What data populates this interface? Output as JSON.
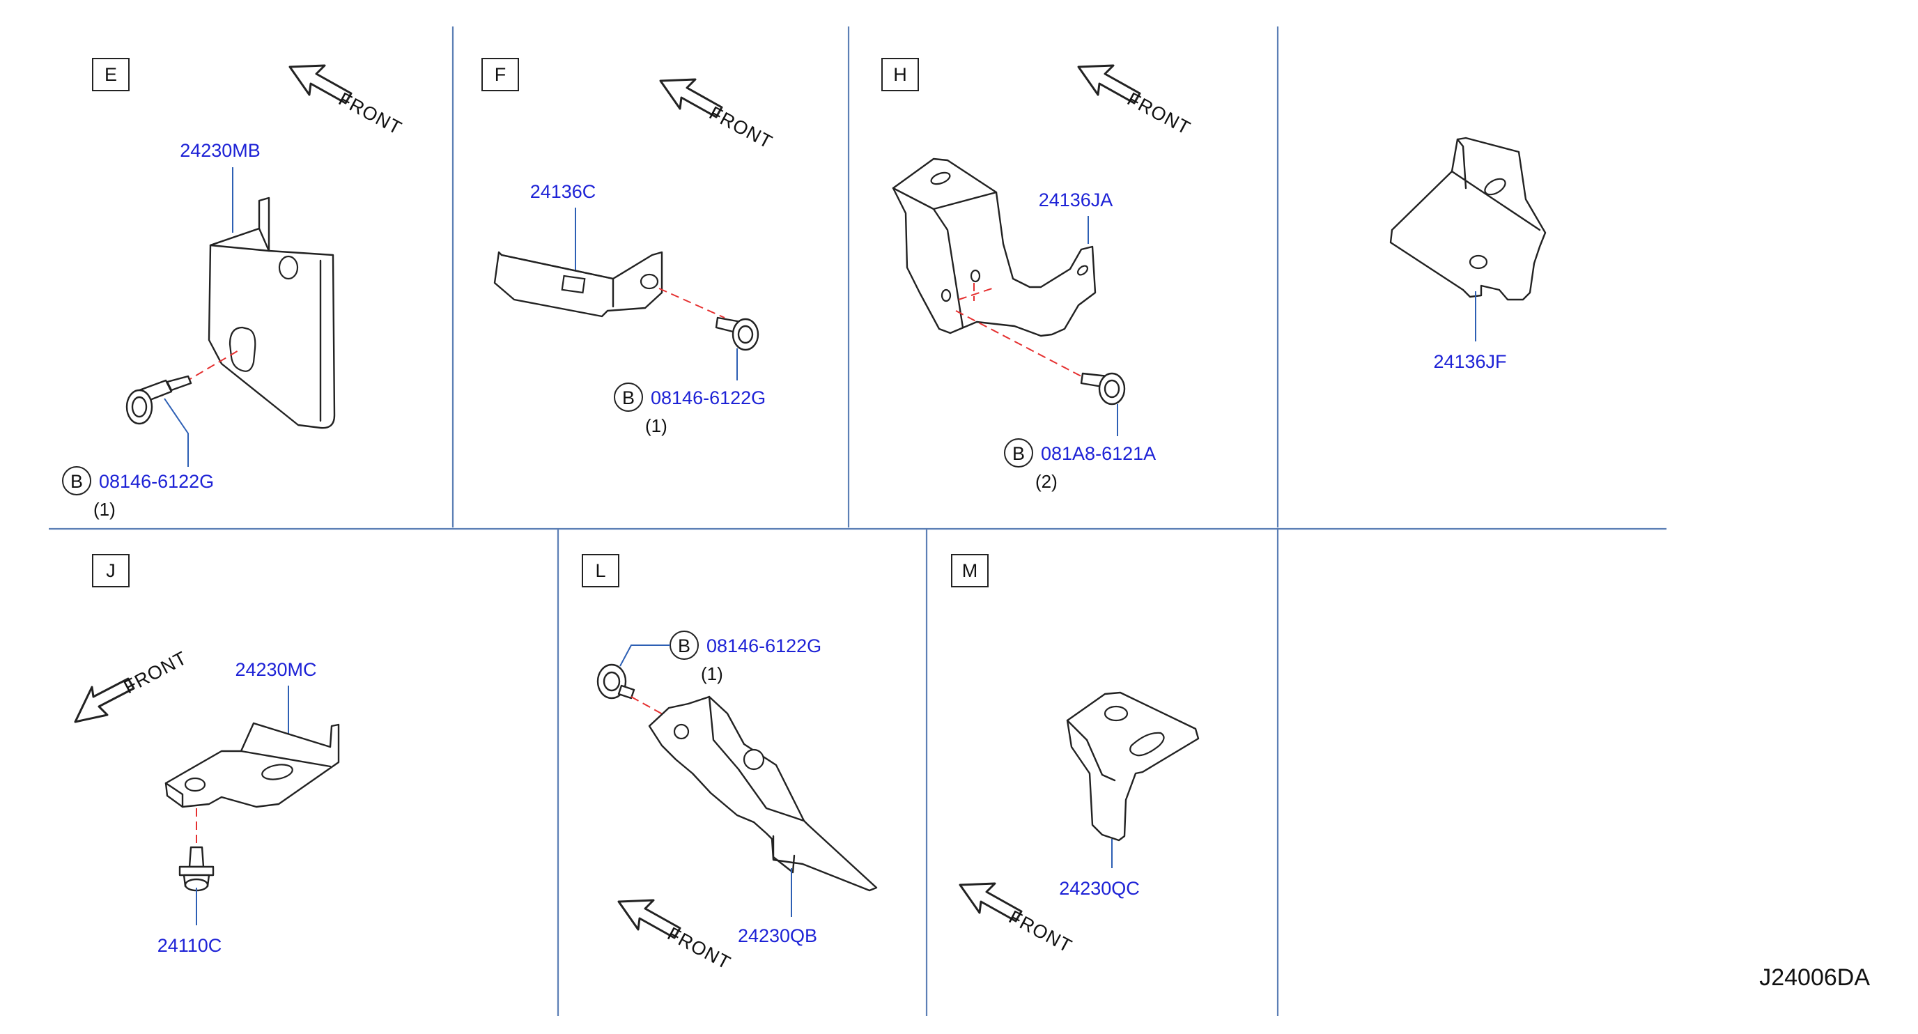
{
  "diagram_code": "J24006DA",
  "front_label": "FRONT",
  "bolt_symbol": "B",
  "sections": {
    "E": {
      "label": "E",
      "bracket": "24230MB",
      "bolt": "08146-6122G",
      "qty": "(1)"
    },
    "F": {
      "label": "F",
      "bracket": "24136C",
      "bolt": "08146-6122G",
      "qty": "(1)"
    },
    "H": {
      "label": "H",
      "bracket": "24136JA",
      "bolt": "081A8-6121A",
      "qty": "(2)"
    },
    "G": {
      "bracket": "24136JF"
    },
    "J": {
      "label": "J",
      "bracket": "24230MC",
      "screw": "24110C"
    },
    "L": {
      "label": "L",
      "bracket": "24230QB",
      "bolt": "08146-6122G",
      "qty": "(1)"
    },
    "M": {
      "label": "M",
      "bracket": "24230QC"
    }
  }
}
